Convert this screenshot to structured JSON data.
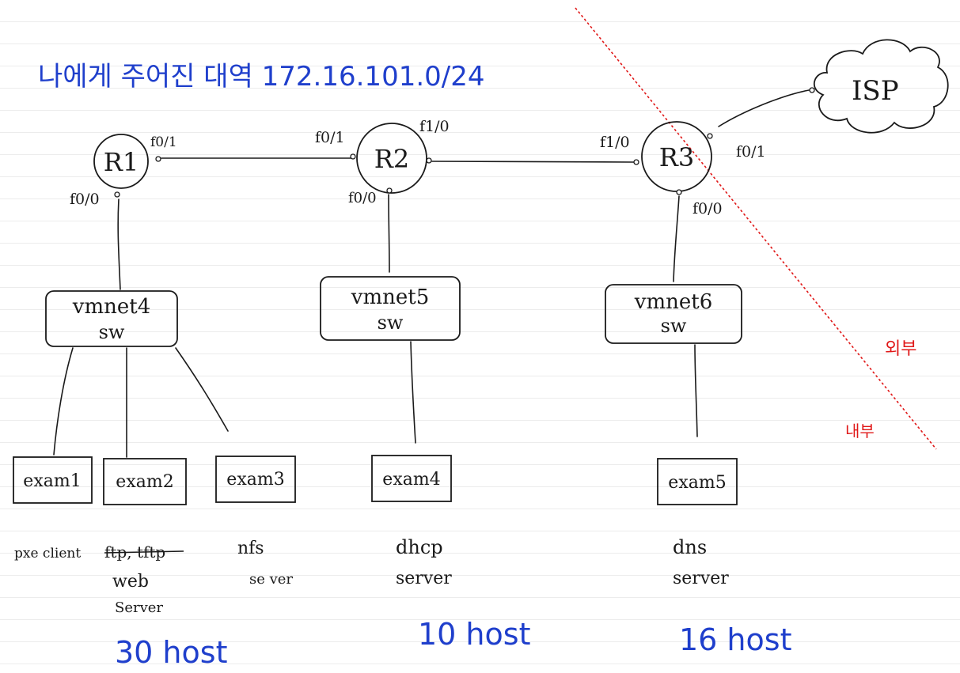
{
  "title": "나에게 주어진 대역 172.16.101.0/24",
  "routers": [
    {
      "id": "r1",
      "label": "R1"
    },
    {
      "id": "r2",
      "label": "R2"
    },
    {
      "id": "r3",
      "label": "R3"
    }
  ],
  "interfaces": {
    "r1_f01": "f0/1",
    "r1_f00": "f0/0",
    "r2_f01": "f0/1",
    "r2_f10": "f1/0",
    "r2_f00": "f0/0",
    "r3_f10": "f1/0",
    "r3_f01": "f0/1",
    "r3_f00": "f0/0"
  },
  "isp": {
    "label": "ISP"
  },
  "switches": [
    {
      "id": "sw4",
      "name": "vmnet4",
      "type": "sw"
    },
    {
      "id": "sw5",
      "name": "vmnet5",
      "type": "sw"
    },
    {
      "id": "sw6",
      "name": "vmnet6",
      "type": "sw"
    }
  ],
  "hosts": [
    {
      "id": "exam1",
      "label": "exam1",
      "role": "pxe client"
    },
    {
      "id": "exam2",
      "label": "exam2",
      "role": "ftp, tftp",
      "role2": "web",
      "role3": "Server"
    },
    {
      "id": "exam3",
      "label": "exam3",
      "role": "nfs",
      "role2": "se ver"
    },
    {
      "id": "exam4",
      "label": "exam4",
      "role": "dhcp",
      "role2": "server"
    },
    {
      "id": "exam5",
      "label": "exam5",
      "role": "dns",
      "role2": "server"
    }
  ],
  "host_counts": [
    "30 host",
    "10 host",
    "16 host"
  ],
  "zones": {
    "outside": "외부",
    "inside": "내부"
  },
  "colors": {
    "ink": "#1a1a1a",
    "annotation": "#1f3fcc",
    "boundary": "#e01818"
  }
}
